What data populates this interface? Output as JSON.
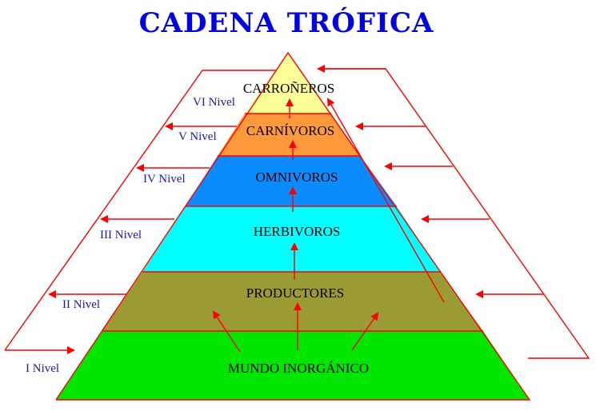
{
  "title": "CADENA TRÓFICA",
  "layers": [
    {
      "label": "MUNDO INORGÁNICO",
      "color": "#00e600"
    },
    {
      "label": "PRODUCTORES",
      "color": "#9b9b35"
    },
    {
      "label": "HERBIVOROS",
      "color": "#00ffff"
    },
    {
      "label": "OMNIVOROS",
      "color": "#0a8cff"
    },
    {
      "label": "CARNÍVOROS",
      "color": "#ff9a3c"
    },
    {
      "label": "CARROÑEROS",
      "color": "#ffff99"
    }
  ],
  "levels": [
    "I Nivel",
    "II Nivel",
    "III Nivel",
    "IV Nivel",
    "V Nivel",
    "VI Nivel"
  ],
  "colors": {
    "title": "#0000e6",
    "lines": "#ff0000",
    "level_text": "#1a1aa6"
  }
}
